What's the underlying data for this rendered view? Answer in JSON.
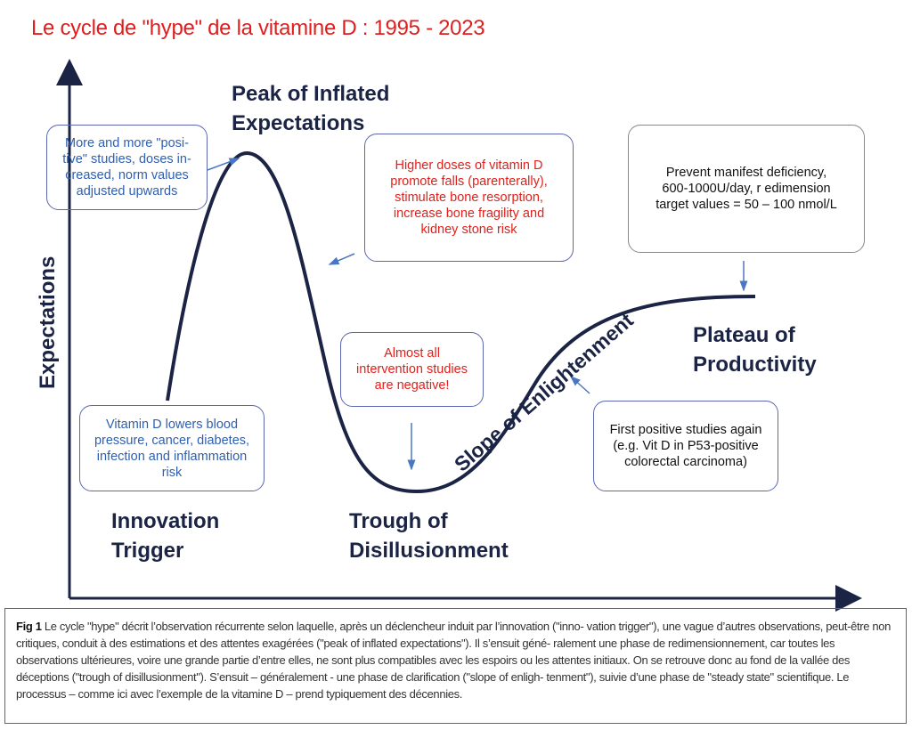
{
  "title": "Le cycle de \"hype\" de la vitamine D : 1995 - 2023",
  "y_axis_label": "Expectations",
  "stages": {
    "peak": [
      "Peak of Inflated",
      "Expectations"
    ],
    "trigger": [
      "Innovation",
      "Trigger"
    ],
    "trough": [
      "Trough of",
      "Disillusionment"
    ],
    "plateau": [
      "Plateau of",
      "Productivity"
    ],
    "slope": "Slope of Enlightenment"
  },
  "boxes": {
    "positive_studies": "More and more \"posi- tive\" studies, doses in- creased, norm values adjusted upwards",
    "higher_doses": "Higher doses of vitamin D promote falls (parenterally), stimulate bone resorption, increase bone fragility and kidney stone risk",
    "prevent_deficiency": "Prevent manifest deficiency, 600-1000U/day, r edimension target values = 50 – 100 nmol/L",
    "intervention": "Almost all intervention studies are negative!",
    "lowers_risk": "Vitamin D lowers blood pressure, cancer, diabetes, infection and inflammation risk",
    "first_positive": "First positive studies again (e.g. Vit D in P53-positive colorectal carcinoma)"
  },
  "caption": {
    "label": "Fig 1",
    "text": "Le cycle \"hype\" décrit l’observation récurrente selon laquelle, après un déclencheur induit par l’innovation (\"inno- vation trigger\"), une vague d’autres observations, peut-être non critiques, conduit à des estimations et des attentes exagérées (\"peak of inflated expectations\"). Il s’ensuit géné- ralement une phase de redimensionnement, car toutes les observations ultérieures, voire une grande partie d’entre elles, ne sont plus compatibles avec les espoirs ou les attentes initiaux. On se retrouve donc au fond de la vallée des déceptions (\"trough of disillusionment\"). S’ensuit – généralement - une phase de clarification (\"slope of enligh- tenment\"), suivie d’une phase de \"steady state\" scientifique. Le processus – comme ici avec l’exemple de la vitamine D – prend typiquement des décennies."
  },
  "colors": {
    "title": "#e01e1e",
    "curve": "#1b2445",
    "blue_text": "#2f5fb0",
    "red_text": "#e3201b",
    "arrow": "#4a78c0"
  }
}
